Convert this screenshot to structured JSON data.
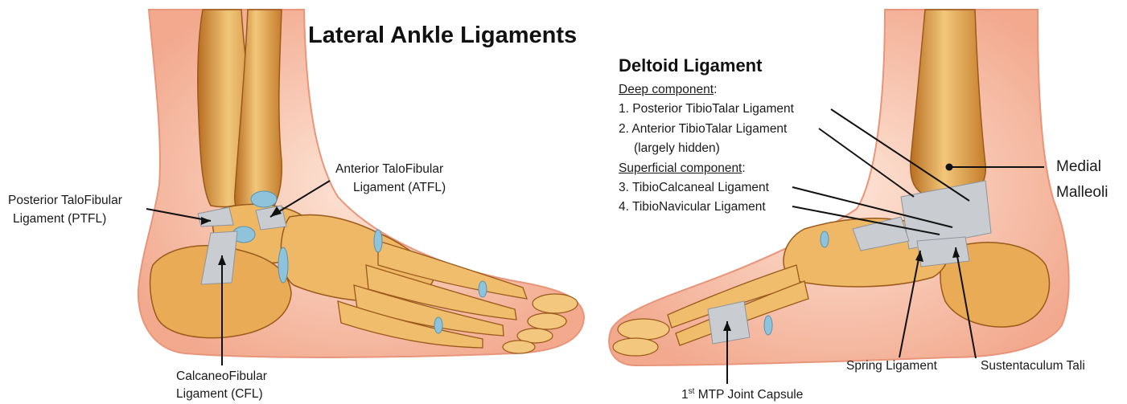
{
  "left_panel": {
    "title": "Lateral Ankle Ligaments",
    "labels": {
      "atfl_line1": "Anterior TaloFibular",
      "atfl_line2": "Ligament (ATFL)",
      "ptfl_line1": "Posterior TaloFibular",
      "ptfl_line2": "Ligament (PTFL)",
      "cfl_line1": "CalcaneoFibular",
      "cfl_line2": "Ligament (CFL)"
    }
  },
  "right_panel": {
    "title": "Deltoid Ligament",
    "deep_heading": "Deep component",
    "deep_items": [
      "1. Posterior TibioTalar Ligament",
      "2. Anterior TibioTalar Ligament",
      "(largely hidden)"
    ],
    "superficial_heading": "Superficial component",
    "superficial_items": [
      "3. TibioCalcaneal Ligament",
      "4. TibioNavicular Ligament"
    ],
    "colon": ":",
    "labels": {
      "medial_line1": "Medial",
      "medial_line2": "Malleoli",
      "spring": "Spring Ligament",
      "sustentaculum": "Sustentaculum Tali",
      "mtp_prefix": "1",
      "mtp_sup": "st",
      "mtp_rest": " MTP Joint Capsule"
    }
  },
  "colors": {
    "skin": "#f3b49c",
    "skin_light": "#fbd9c8",
    "bone": "#e4a24a",
    "bone_dark": "#b86e22",
    "bone_light": "#f6cf87",
    "ligament": "#c9ccd0",
    "cartilage": "#8fc3dc",
    "leader": "#111111"
  }
}
